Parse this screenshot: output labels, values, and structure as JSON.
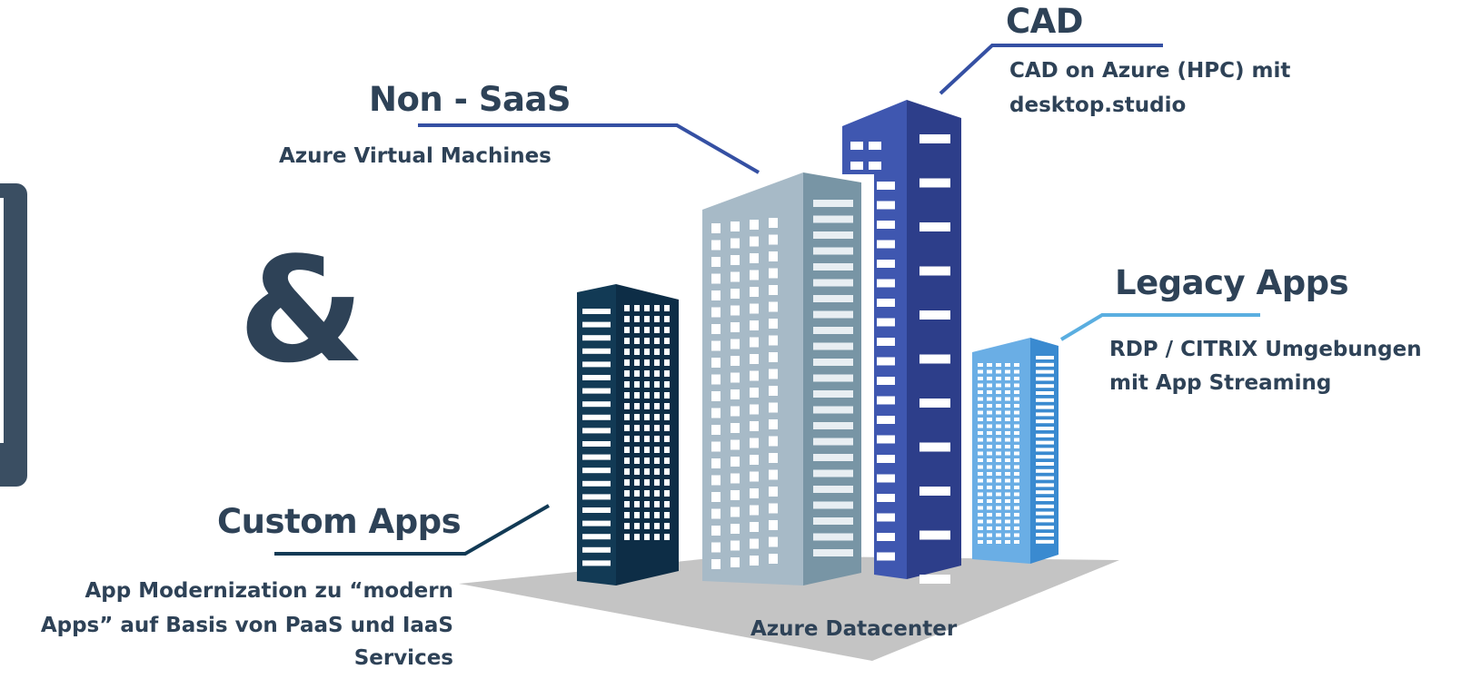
{
  "ampersand": "&",
  "labels": {
    "cad_title": "CAD",
    "cad_desc_1": "CAD on Azure (HPC) mit",
    "cad_desc_2": "desktop.studio",
    "nonsaas_title": "Non - SaaS",
    "nonsaas_desc": "Azure Virtual Machines",
    "legacy_title": "Legacy Apps",
    "legacy_desc_1": "RDP / CITRIX Umgebungen",
    "legacy_desc_2": "mit App Streaming",
    "custom_title": "Custom Apps",
    "custom_desc_1": "App Modernization zu “modern",
    "custom_desc_2": "Apps” auf Basis von PaaS und IaaS",
    "custom_desc_3": "Services",
    "datacenter": "Azure Datacenter"
  },
  "colors": {
    "text": "#2e4257",
    "tower_dark": "#123a55",
    "tower_light": "#a7bac7",
    "tower_blue": "#3550a3",
    "tower_sky": "#4b9ad8",
    "ground": "#c4c4c4"
  }
}
